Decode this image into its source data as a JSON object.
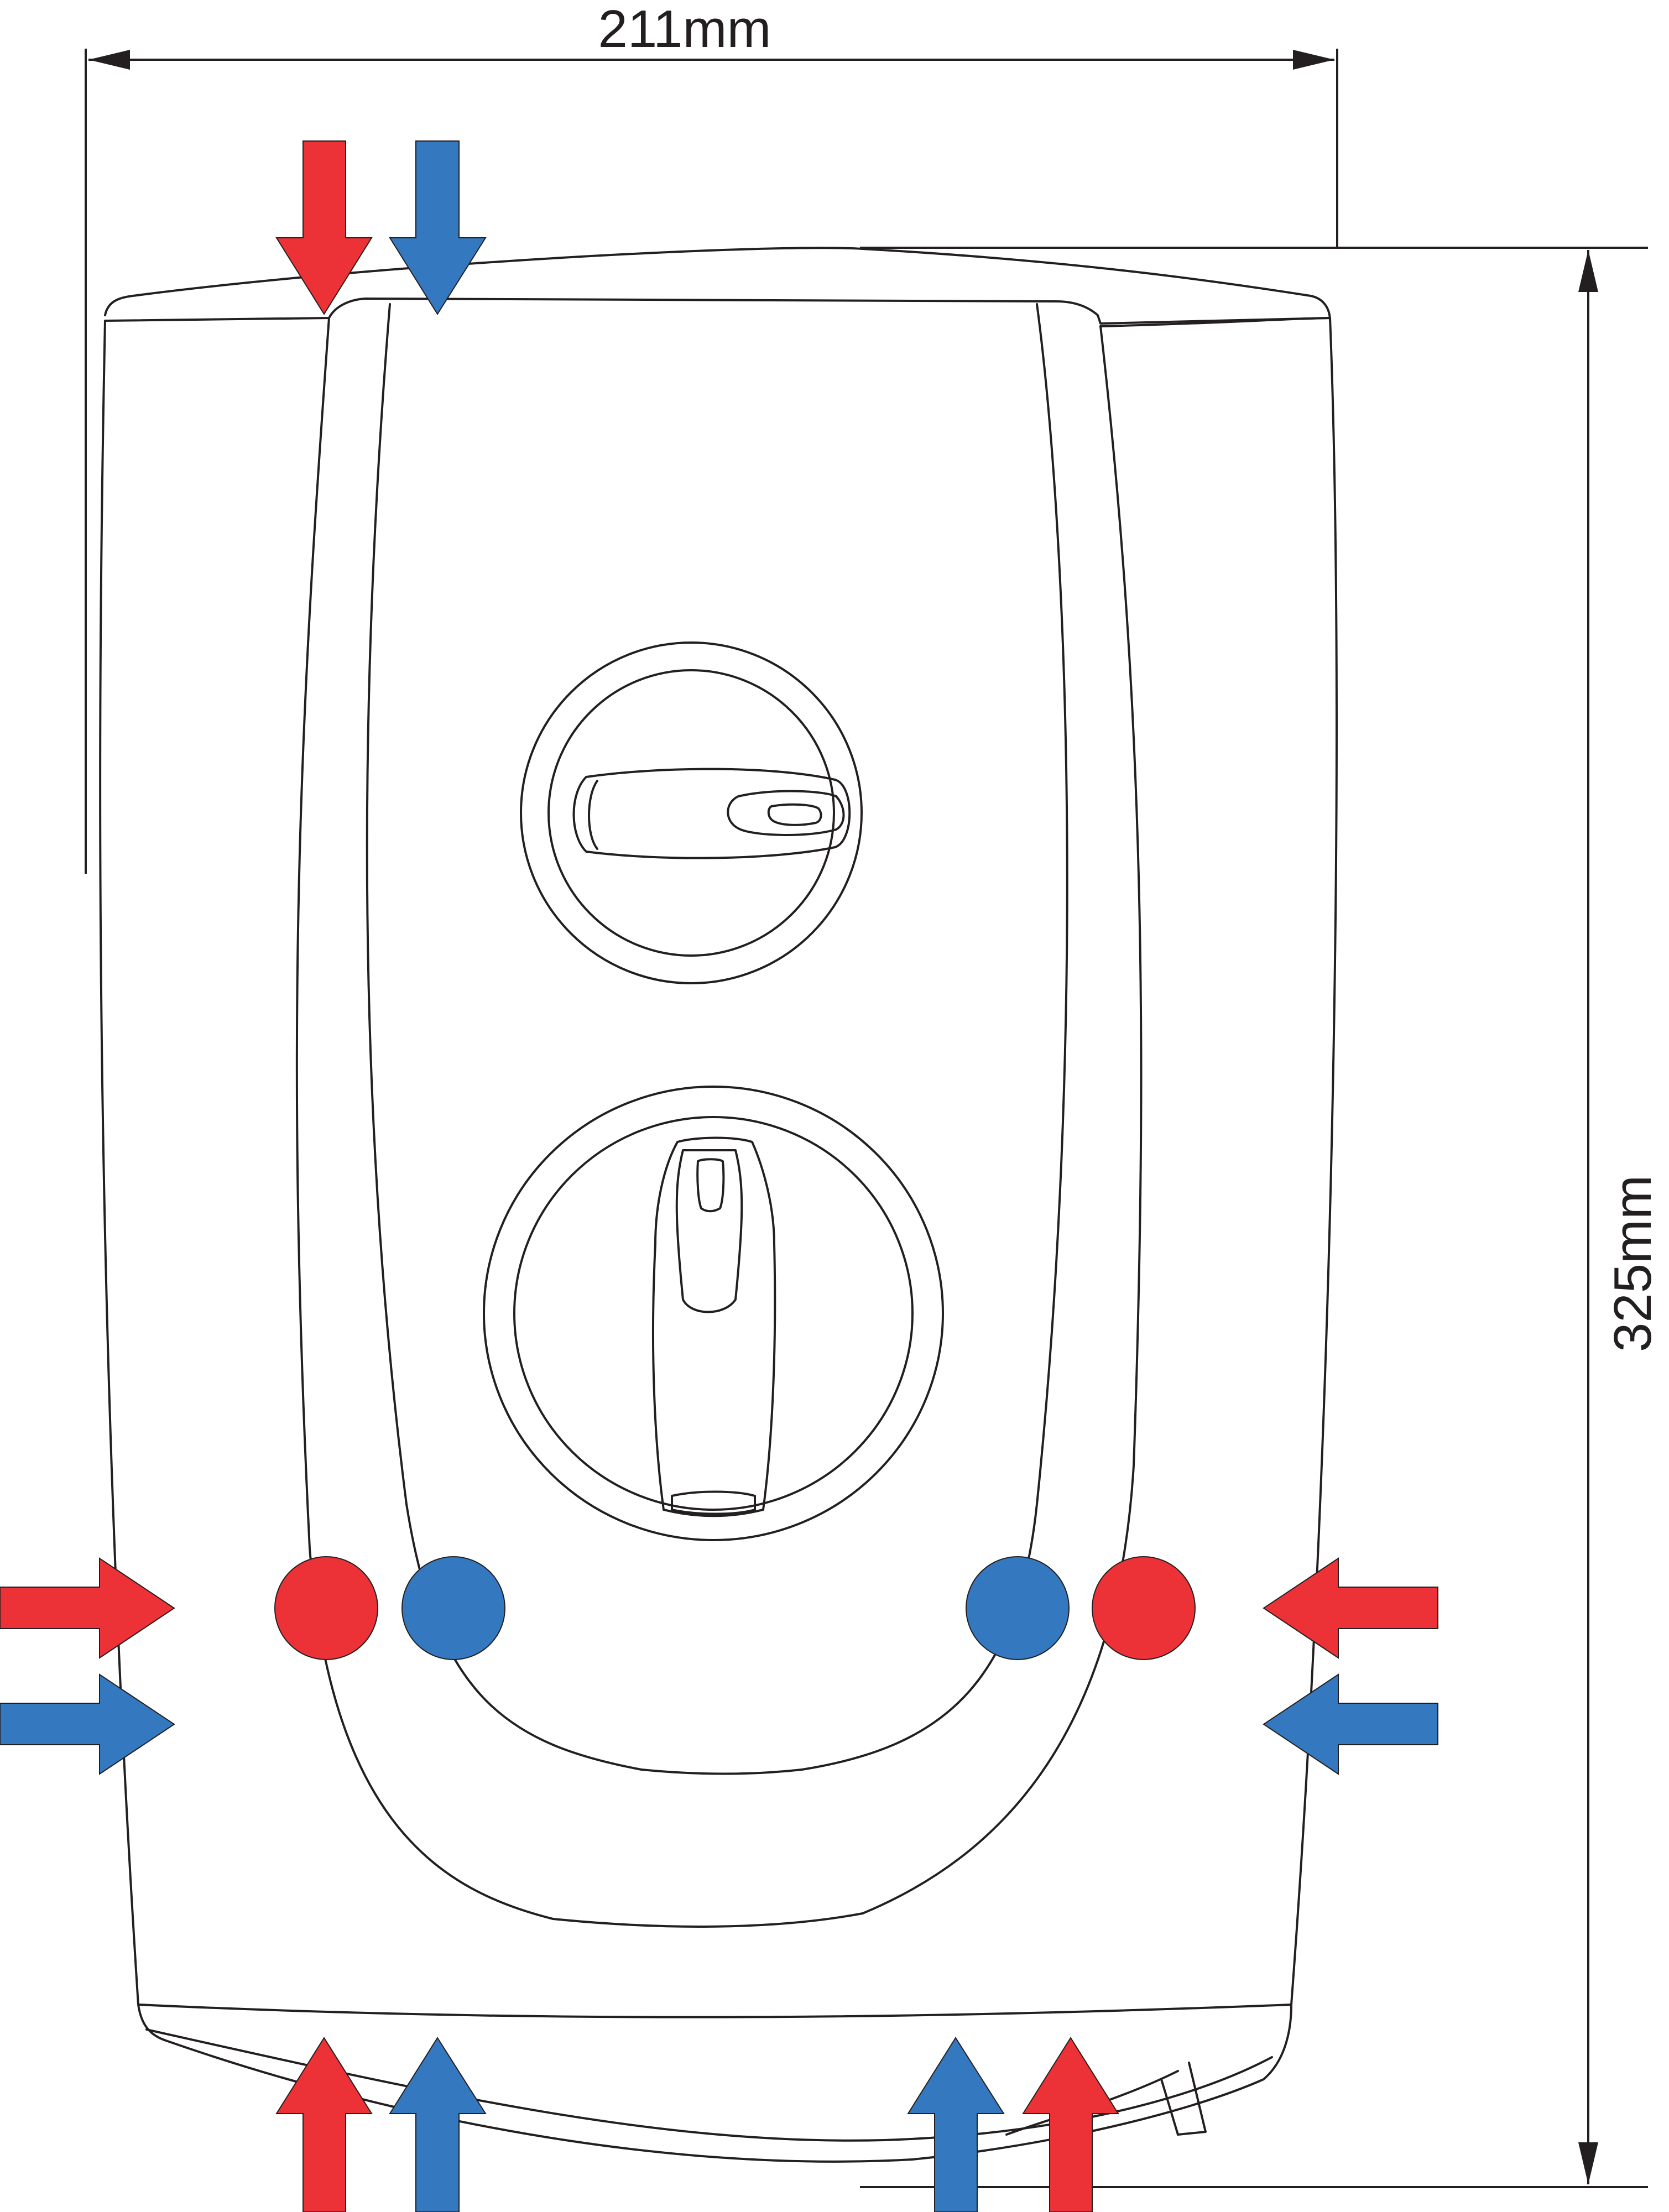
{
  "dimensions": {
    "width_label": "211mm",
    "height_label": "325mm"
  },
  "colors": {
    "hot": "#ed3237",
    "cold": "#3478bf",
    "line": "#231f20",
    "background": "#ffffff"
  },
  "controls": [
    {
      "name": "temperature-dial-icon"
    },
    {
      "name": "power-selector-dial-icon"
    }
  ],
  "water_connections": {
    "top_entry": [
      "hot",
      "cold"
    ],
    "left_side_entry": [
      "hot",
      "cold"
    ],
    "right_side_entry": [
      "hot",
      "cold"
    ],
    "left_rear_entry": [
      "hot",
      "cold"
    ],
    "right_rear_entry": [
      "cold",
      "hot"
    ],
    "bottom_left_entry": [
      "hot",
      "cold"
    ],
    "bottom_right_entry": [
      "cold",
      "hot"
    ]
  }
}
